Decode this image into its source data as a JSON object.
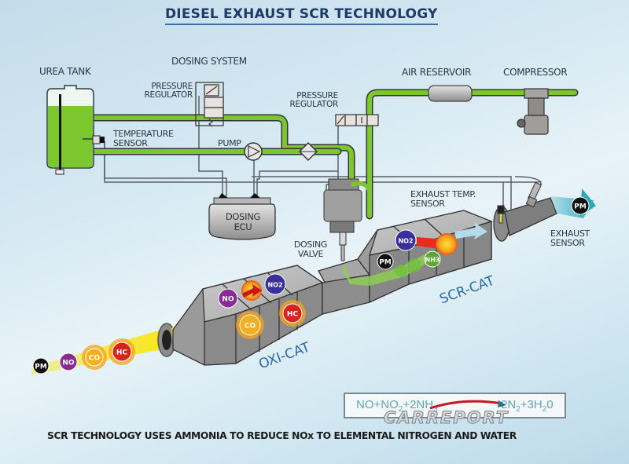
{
  "title": "DIESEL EXHAUST SCR TECHNOLOGY",
  "caption": "SCR TECHNOLOGY USES AMMONIA TO REDUCE NOx TO ELEMENTAL NITROGEN AND WATER",
  "components": {
    "urea_tank": "UREA TANK",
    "dosing_system": "DOSING SYSTEM",
    "pressure_regulator_1": [
      "PRESSURE",
      "REGULATOR"
    ],
    "temperature_sensor": [
      "TEMPERATURE",
      "SENSOR"
    ],
    "pump": "PUMP",
    "pressure_regulator_2": [
      "PRESSURE",
      "REGULATOR"
    ],
    "air_reservoir": "AIR RESERVOIR",
    "compressor": "COMPRESSOR",
    "dosing_ecu": [
      "DOSING",
      "ECU"
    ],
    "dosing_valve": [
      "DOSING",
      "VALVE"
    ],
    "exhaust_temp_sensor": [
      "EXHAUST TEMP.",
      "SENSOR"
    ],
    "exhaust_sensor": [
      "EXHAUST",
      "SENSOR"
    ],
    "oxi_cat": "OXI-CAT",
    "scr_cat": "SCR-CAT"
  },
  "molecules": {
    "inlet": [
      "PM",
      "NO",
      "CO",
      "HC"
    ],
    "oxi": [
      "NO",
      "NO2",
      "CO",
      "HC"
    ],
    "scr": [
      "NO2",
      "PM",
      "NH3"
    ],
    "outlet": "PM"
  },
  "equation": {
    "left": {
      "pre": "NO+NO",
      "s1": "2",
      "mid": "+2NH",
      "s2": "3"
    },
    "right": {
      "pre": "2N",
      "s1": "2",
      "mid": "+3H",
      "s2": "2",
      "post": "0"
    }
  },
  "watermark": "CARREPORT",
  "colors": {
    "pipe_green": "#7cc62e",
    "pm": "#111111",
    "no": "#8a2a96",
    "no2": "#3b2f9c",
    "co": "#f2b01e",
    "hc": "#d8241f",
    "nh3": "#5aa832",
    "title": "#1d3b66",
    "cat_label": "#2a6aa8"
  }
}
